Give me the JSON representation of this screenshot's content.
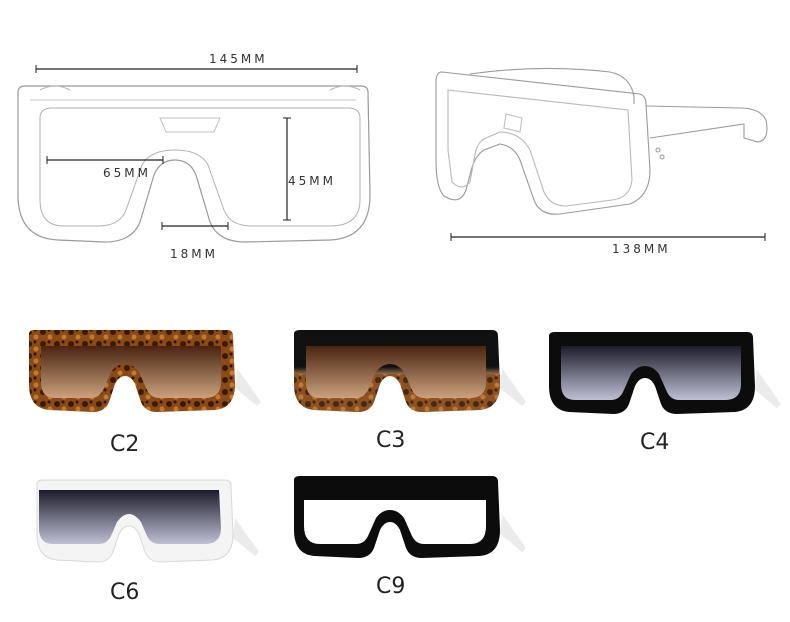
{
  "dimensions": {
    "frame_width": "145MM",
    "lens_width": "65MM",
    "lens_height": "45MM",
    "bridge": "18MM",
    "temple_length": "138MM"
  },
  "variants": [
    {
      "code": "C2",
      "frame": "tortoise",
      "lens": "brown gradient",
      "frame_color": "#6b3410",
      "lens_color": "#7a4a28"
    },
    {
      "code": "C3",
      "frame": "black top / tortoise bottom",
      "lens": "brown gradient",
      "frame_color": "#111111",
      "lens_color": "#7a4a28"
    },
    {
      "code": "C4",
      "frame": "black",
      "lens": "grey gradient",
      "frame_color": "#0c0c0c",
      "lens_color": "#3a3a4a"
    },
    {
      "code": "C6",
      "frame": "white",
      "lens": "grey gradient",
      "frame_color": "#f4f4f4",
      "lens_color": "#3a3a4a"
    },
    {
      "code": "C9",
      "frame": "black",
      "lens": "clear",
      "frame_color": "#0c0c0c",
      "lens_color": "#ffffff"
    }
  ]
}
